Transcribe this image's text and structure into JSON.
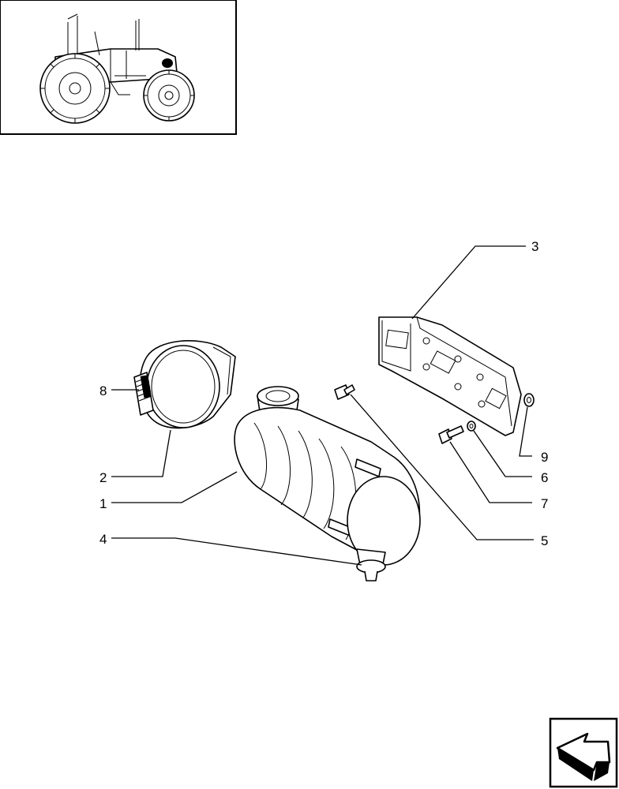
{
  "callouts": [
    {
      "id": "1",
      "label": "1"
    },
    {
      "id": "2",
      "label": "2"
    },
    {
      "id": "3",
      "label": "3"
    },
    {
      "id": "4",
      "label": "4"
    },
    {
      "id": "5",
      "label": "5"
    },
    {
      "id": "6",
      "label": "6"
    },
    {
      "id": "7",
      "label": "7"
    },
    {
      "id": "8",
      "label": "8"
    },
    {
      "id": "9",
      "label": "9"
    }
  ],
  "icons": {
    "thumbnail": "tractor-thumbnail-icon",
    "navigation": "next-page-arrow-icon"
  }
}
